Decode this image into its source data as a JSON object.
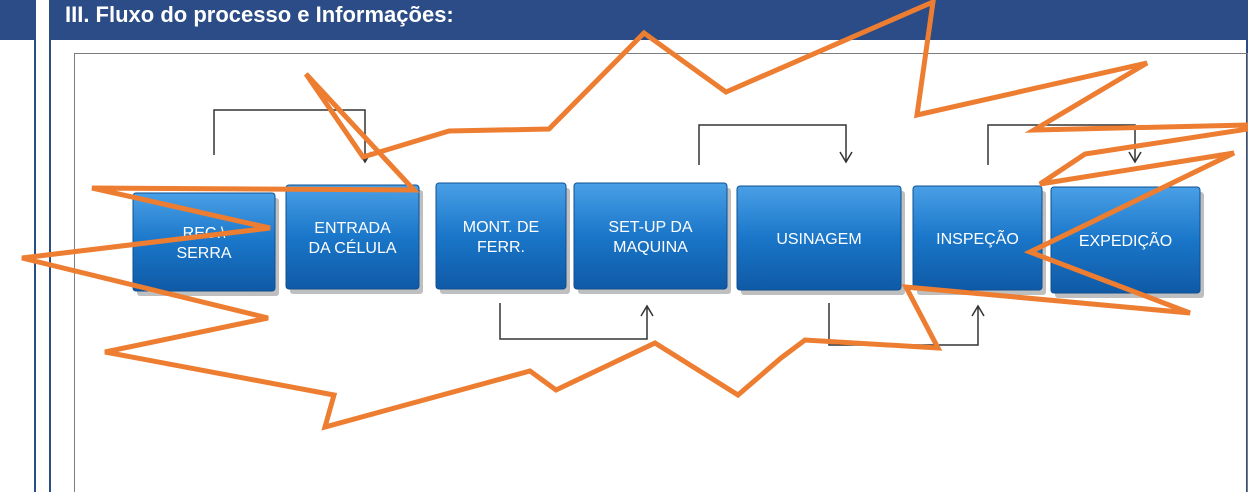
{
  "header": {
    "title": "III. Fluxo do processo e Informações:"
  },
  "colors": {
    "header_bg": "#2b4c86",
    "box_fill": "#1a76c9",
    "box_shadow": "#8a8a8a",
    "connector": "#333333",
    "burst_stroke": "#ed7d31"
  },
  "process": {
    "steps": [
      {
        "label_lines": [
          "REC.\\",
          "SERRA"
        ]
      },
      {
        "label_lines": [
          "ENTRADA",
          "DA CÉLULA"
        ]
      },
      {
        "label_lines": [
          "MONT. DE",
          "FERR."
        ]
      },
      {
        "label_lines": [
          "SET-UP DA",
          "MAQUINA"
        ]
      },
      {
        "label_lines": [
          "USINAGEM"
        ]
      },
      {
        "label_lines": [
          "INSPEÇÃO"
        ]
      },
      {
        "label_lines": [
          "EXPEDIÇÃO"
        ]
      }
    ]
  }
}
